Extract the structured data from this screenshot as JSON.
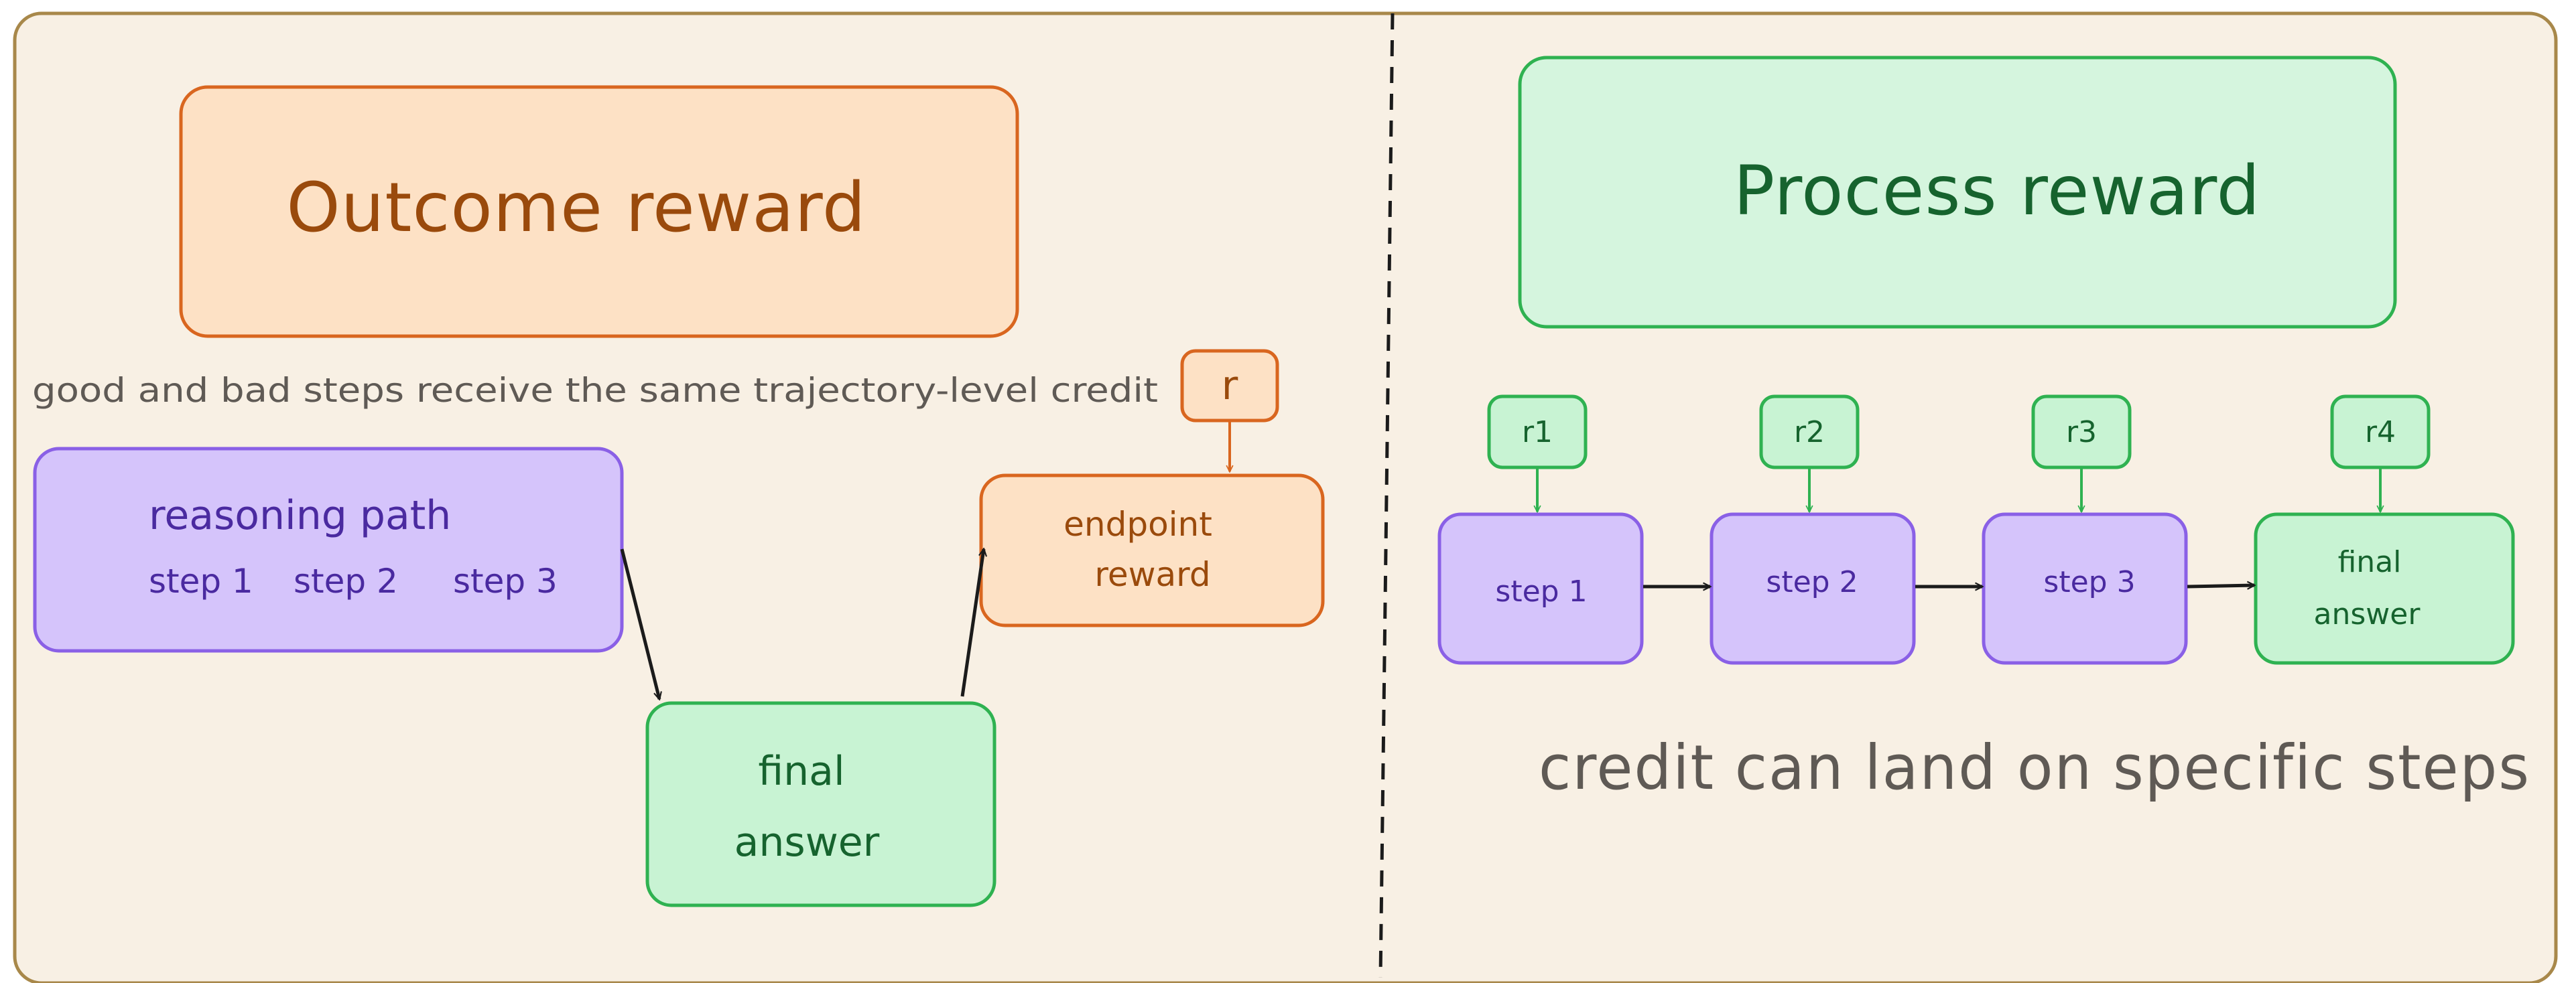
{
  "colors": {
    "panel_bg": "#f8f0e4",
    "panel_border": "#a8884a",
    "orange_fill": "#fde1c5",
    "orange_stroke": "#d9661f",
    "orange_text": "#9a4a0c",
    "green_fill": "#d5f5de",
    "green_box_fill": "#c8f3d3",
    "green_stroke": "#2fb251",
    "green_text": "#16632e",
    "purple_fill": "#d5c4fb",
    "purple_stroke": "#8a60e6",
    "purple_text": "#4a2aa0",
    "gray_text": "#5f5a55",
    "arrow": "#1b1b1b"
  },
  "left_panel": {
    "title": "Outcome reward",
    "note": "good and bad steps receive the same trajectory-level credit",
    "reward_label": "r",
    "reasoning_path": {
      "title": "reasoning path",
      "steps": [
        "step 1",
        "step 2",
        "step 3"
      ]
    },
    "final_answer": [
      "final",
      "answer"
    ],
    "endpoint_reward": [
      "endpoint",
      "reward"
    ]
  },
  "right_panel": {
    "title": "Process reward",
    "rewards": [
      "r1",
      "r2",
      "r3",
      "r4"
    ],
    "steps": [
      "step 1",
      "step 2",
      "step 3"
    ],
    "final_answer": [
      "final",
      "answer"
    ],
    "caption": "credit can land on specific steps"
  }
}
